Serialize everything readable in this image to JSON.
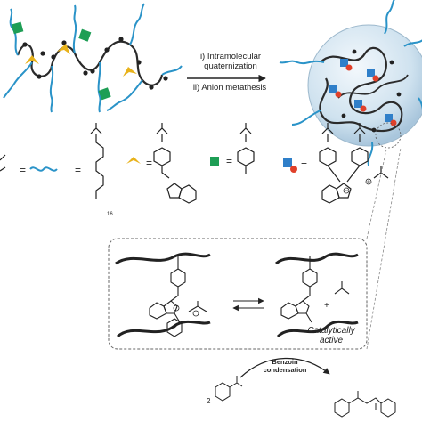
{
  "scheme": {
    "step1": "i) Intramolecular",
    "step1b": "quaternization",
    "step2": "ii) Anion metathesis",
    "catalytic_line1": "Catalytically",
    "catalytic_line2": "active",
    "benzoin_line1": "Benzoin",
    "benzoin_line2": "condensation",
    "coefficient": "2",
    "repeat_n": "16",
    "plus": "+",
    "equals": "="
  },
  "colors": {
    "chain": "#2b2b2b",
    "peg": "#2a93c8",
    "yellow_unit": "#e8b21a",
    "green_unit": "#1e9e55",
    "blue_unit": "#2f7fc9",
    "red_charge": "#e0402a",
    "sphere": "#cfe2ef"
  },
  "icons": [
    "peg-arm-icon",
    "benzimidazole-chevron-icon",
    "chloride-square-icon",
    "ion-pair-icon"
  ]
}
